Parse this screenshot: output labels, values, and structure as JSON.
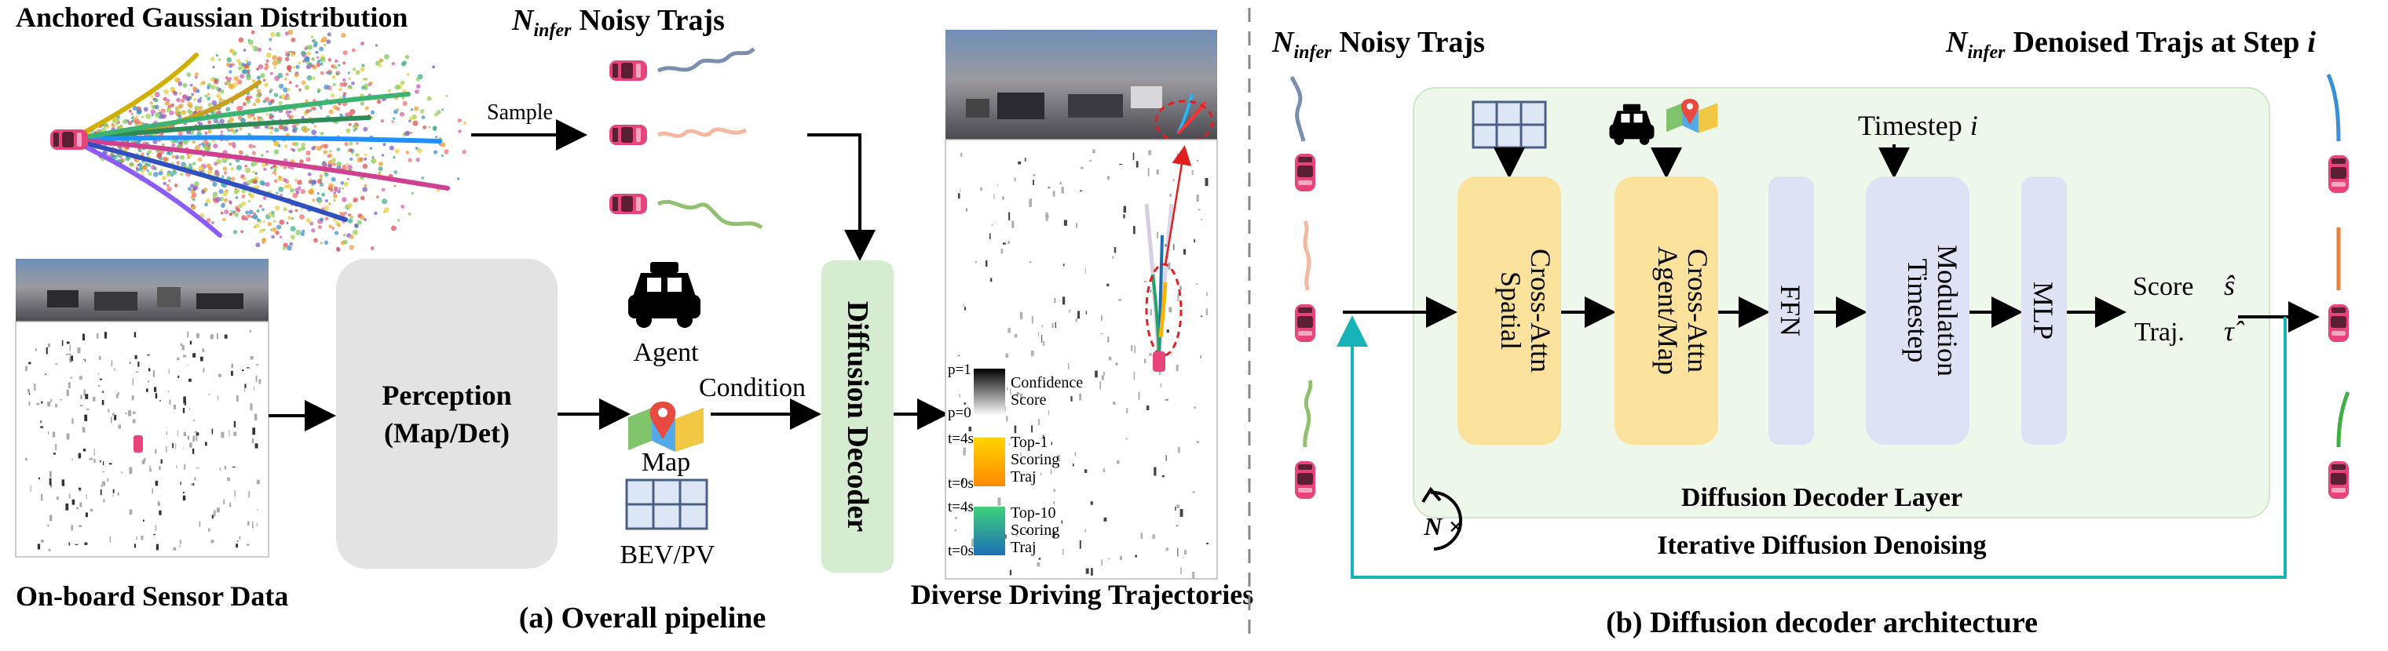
{
  "panel_a": {
    "anchored_title": "Anchored Gaussian Distribution",
    "sample_label": "Sample",
    "noisy_trajs_var": "N",
    "noisy_trajs_sub": "infer",
    "noisy_trajs_label": "Noisy Trajs",
    "sensor_label": "On-board Sensor Data",
    "perception_line1": "Perception",
    "perception_line2": "(Map/Det)",
    "agent_label": "Agent",
    "condition_label": "Condition",
    "map_label": "Map",
    "bevpv_label": "BEV/PV",
    "decoder_label": "Diffusion Decoder",
    "output_label": "Diverse Driving Trajectories",
    "caption": "(a) Overall pipeline",
    "legend": {
      "confidence": {
        "top": "p=1",
        "bottom": "p=0",
        "label1": "Confidence",
        "label2": "Score"
      },
      "top1": {
        "top": "t=4s",
        "bottom": "t=0s",
        "label1": "Top-1",
        "label2": "Scoring",
        "label3": "Traj"
      },
      "top10": {
        "top": "t=4s",
        "bottom": "t=0s",
        "label1": "Top-10",
        "label2": "Scoring",
        "label3": "Traj"
      }
    }
  },
  "panel_b": {
    "left_var": "N",
    "left_sub": "infer",
    "left_label": "Noisy Trajs",
    "right_var": "N",
    "right_sub": "infer",
    "right_label": "Denoised Trajs at Step",
    "right_step": "i",
    "timestep_label": "Timestep",
    "timestep_var": "i",
    "block_spatial_1": "Spatial",
    "block_spatial_2": "Cross-Attn",
    "block_agent_1": "Agent/Map",
    "block_agent_2": "Cross-Attn",
    "block_ffn": "FFN",
    "block_timestep_1": "Timestep",
    "block_timestep_2": "Modulation",
    "block_mlp": "MLP",
    "score_label": "Score",
    "score_sym": "ŝ",
    "traj_label": "Traj.",
    "traj_sym": "τ̂",
    "layer_label": "Diffusion Decoder Layer",
    "loop_label": "N ×",
    "iter_label": "Iterative Diffusion Denoising",
    "caption": "(b) Diffusion decoder architecture"
  },
  "colors": {
    "car": "#e8437a",
    "perception_box": "#e3e3e3",
    "decoder_box": "#d5ecd0",
    "layer_bg": "#eef8ea",
    "yellow_block": "#fbe29c",
    "blue_block": "#dde3f5",
    "loop_arrow": "#16b3b8"
  }
}
